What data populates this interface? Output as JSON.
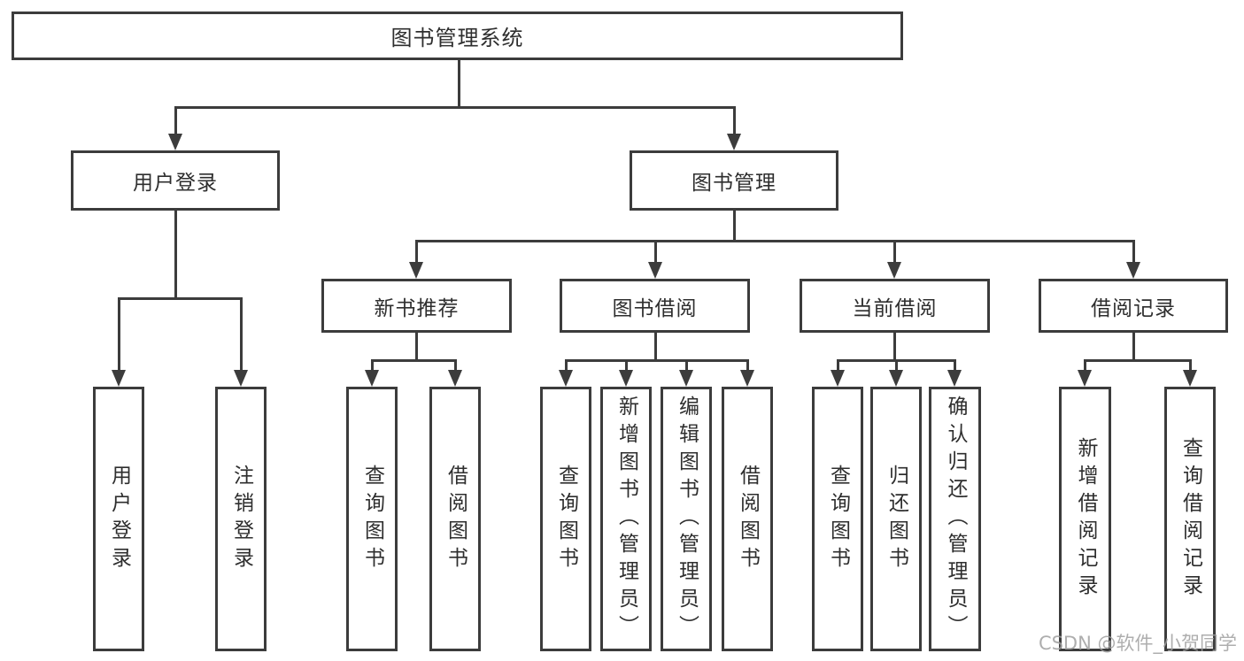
{
  "diagram": {
    "type": "tree",
    "root": "图书管理系统",
    "branches": [
      {
        "label": "用户登录",
        "children": [
          "用户登录",
          "注销登录"
        ]
      },
      {
        "label": "图书管理",
        "children": [
          {
            "label": "新书推荐",
            "children": [
              "查询图书",
              "借阅图书"
            ]
          },
          {
            "label": "图书借阅",
            "children": [
              "查询图书",
              "新增图书（管理员）",
              "编辑图书（管理员）",
              "借阅图书"
            ]
          },
          {
            "label": "当前借阅",
            "children": [
              "查询图书",
              "归还图书",
              "确认归还（管理员）"
            ]
          },
          {
            "label": "借阅记录",
            "children": [
              "新增借阅记录",
              "查询借阅记录"
            ]
          }
        ]
      }
    ]
  },
  "watermark": {
    "text": "CSDN @软件_小贺同学"
  },
  "colors": {
    "line": "#3c3c3c",
    "text": "#2e2e2e",
    "background": "#ffffff",
    "watermark": "#a0a0a0"
  }
}
